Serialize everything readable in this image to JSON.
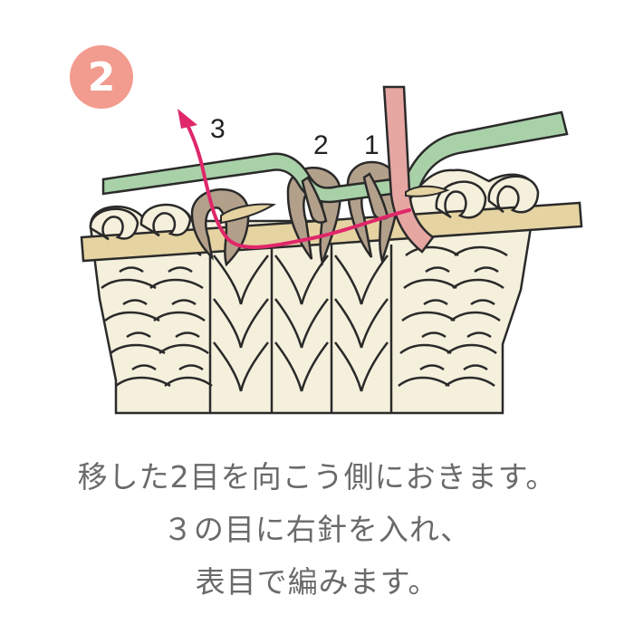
{
  "step": {
    "number": "2"
  },
  "labels": {
    "stitch_3": "3",
    "stitch_2": "2",
    "stitch_1": "1"
  },
  "caption": {
    "line1": "移した2目を向こう側におきます。",
    "line2": "３の目に右針を入れ、",
    "line3": "表目で編みます。"
  },
  "colors": {
    "badge": "#f29b8f",
    "yarn": "#f4f0dc",
    "outline": "#2a2a2a",
    "slipped_stitches": "#b3a08b",
    "cable_needle": "#a9d1a8",
    "left_needle": "#e5d3a2",
    "right_needle": "#e6a6a2",
    "arrow": "#e0276a",
    "caption_text": "#6a6a6a"
  }
}
